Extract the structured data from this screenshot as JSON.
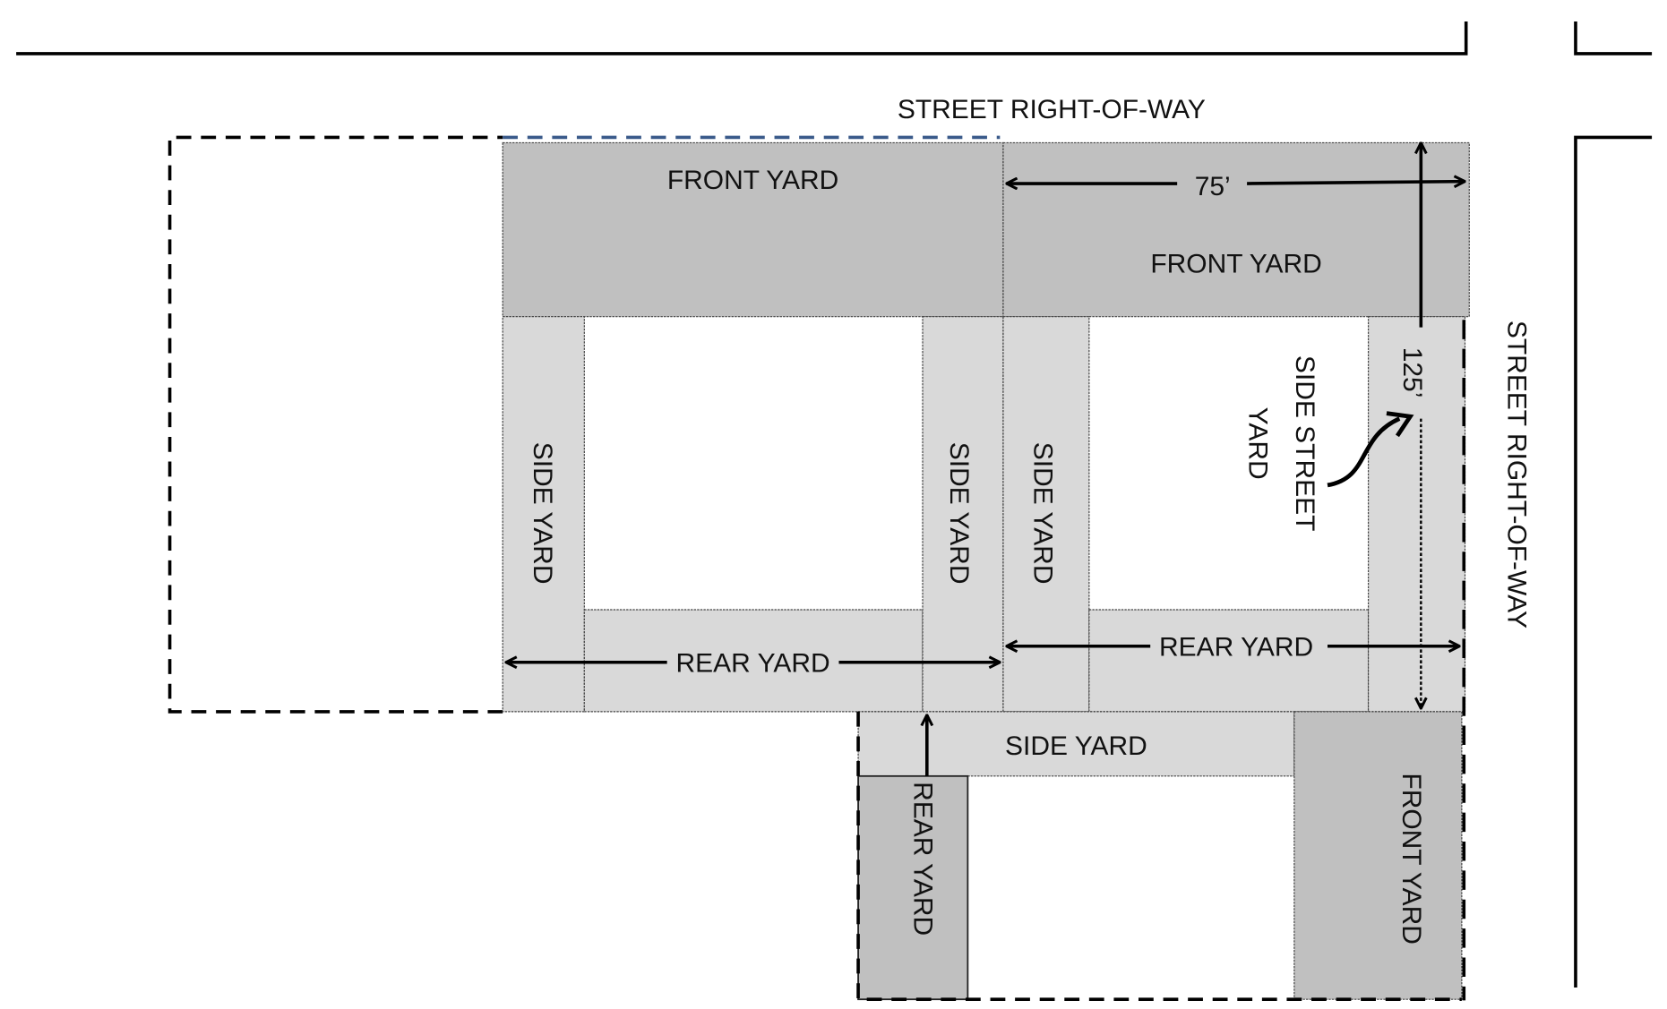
{
  "title": "Yard designations on corner and interior lots",
  "labels": {
    "street_top": "STREET RIGHT-OF-WAY",
    "street_right": "STREET RIGHT-OF-WAY",
    "front_yard_left": "FRONT YARD",
    "front_yard_right": "FRONT YARD",
    "side_yard_1": "SIDE YARD",
    "side_yard_2": "SIDE YARD",
    "side_yard_3": "SIDE YARD",
    "side_street_yard_line1": "SIDE STREET",
    "side_street_yard_line2": "YARD",
    "rear_yard_left": "REAR YARD",
    "rear_yard_right": "REAR YARD",
    "side_yard_bottom": "SIDE YARD",
    "rear_yard_bottom": "REAR YARD",
    "front_yard_bottom": "FRONT YARD"
  },
  "dimensions": {
    "width": "75’",
    "depth": "125’"
  },
  "colors": {
    "front_yard": "#c0c0c0",
    "side_rear_yard": "#d9d9d9",
    "lot_line_blue": "#3a5a8a",
    "line": "#000000"
  }
}
